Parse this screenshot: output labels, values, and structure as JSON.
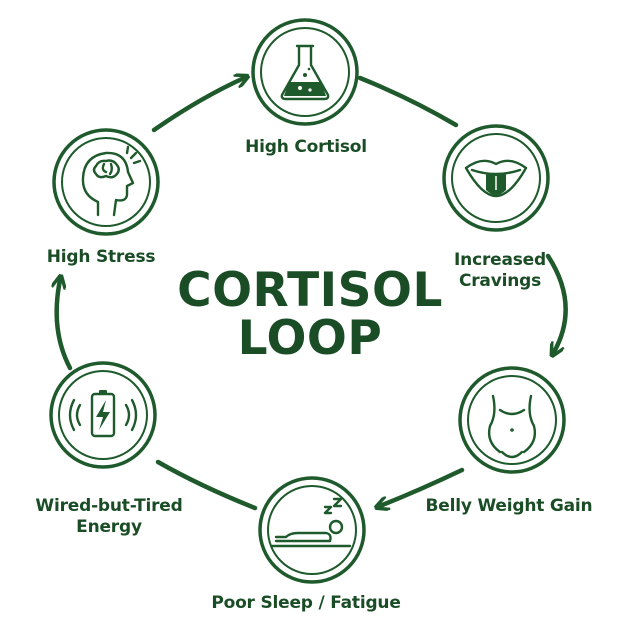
{
  "title": {
    "line1": "CORTISOL",
    "line2": "LOOP"
  },
  "nodes": [
    {
      "label_lines": [
        "High Cortisol"
      ],
      "icon": "flask-icon"
    },
    {
      "label_lines": [
        "Increased",
        "Cravings"
      ],
      "icon": "mouth-icon"
    },
    {
      "label_lines": [
        "Belly Weight Gain"
      ],
      "icon": "torso-icon"
    },
    {
      "label_lines": [
        "Poor Sleep / Fatigue"
      ],
      "icon": "sleeping-person-icon"
    },
    {
      "label_lines": [
        "Wired-but-Tired",
        "Energy"
      ],
      "icon": "charging-battery-icon"
    },
    {
      "label_lines": [
        "High Stress"
      ],
      "icon": "brain-head-icon"
    }
  ],
  "colors": {
    "primary": "#1e5a2c",
    "text": "#1a4d26",
    "background": "#ffffff"
  }
}
